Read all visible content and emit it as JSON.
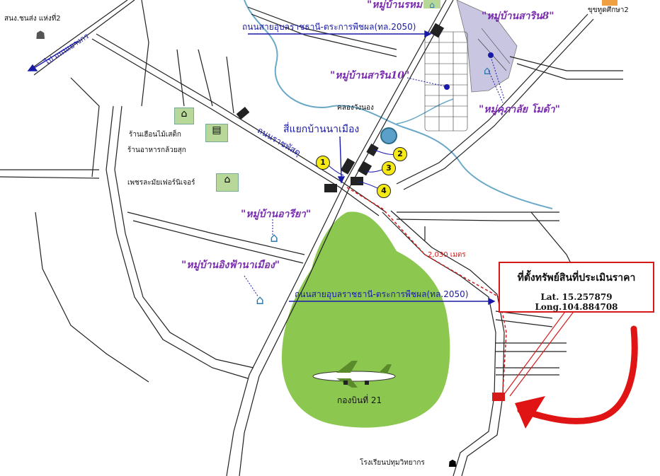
{
  "map": {
    "labels": {
      "school_cut": "สนง.ชนส่ง แห่งที่2",
      "to_yasothon": "ไป ถนนเยางกร",
      "highway_top": "ถนนสายอุบลราชธานี-ตระการพืชผล(ทล.2050)",
      "highway_bottom": "ถนนสายอุบลราชธานี-ตระการพืชผล(ทล.2050)",
      "village_sarin_top": "\"หมู่บ้านรหม",
      "village_sarin8": "\"หมู่บ้านสาริน8\"",
      "school_top_right": "ขุขทูดศึกษา2",
      "village_sarin10": "\"หมู่บ้านสาริน10\"",
      "village_moda": "\"หมู่คุภาลัย โมด้า\"",
      "canal": "คลองวังนอง",
      "intersection": "สี่แยกบ้านนาเมือง",
      "road_ratchaphat": "ถนนราชพัสดุ",
      "shop_wood": "ร้านเฮือนไม้เสต็ก",
      "restaurant": "ร้านอาหารกล้วยสุก",
      "furniture": "เพชรละมัยเฟอร์นิเจอร์",
      "village_araya": "\"หมู่บ้านอารียา\"",
      "village_ingfa": "\"หมู่บ้านอิงฟ้านาเมือง\"",
      "distance": "2,030 เมตร",
      "airbase": "กองบินที่ 21",
      "school_bottom": "โรงเรียนปทุมวิทยากร"
    },
    "markers": [
      "1",
      "2",
      "3",
      "4"
    ],
    "callout": {
      "title": "ที่ตั้งทรัพย์สินที่ประเมินราคา",
      "coords": "Lat. 15.257879 Long.104.884708"
    },
    "colors": {
      "road": "#222222",
      "river": "#6aa8c8",
      "airbase": "#8cc850",
      "village_area": "#c9c6e2",
      "route": "#d61a1a",
      "marker": "#f5ea16",
      "arrow": "#e01414",
      "road_label": "#1a1aa8",
      "village_label": "#7b2fb0"
    },
    "icons": [
      "house-icon",
      "restaurant-icon",
      "airplane-icon",
      "school-icon",
      "map-pin-icon",
      "warehouse-icon"
    ]
  }
}
